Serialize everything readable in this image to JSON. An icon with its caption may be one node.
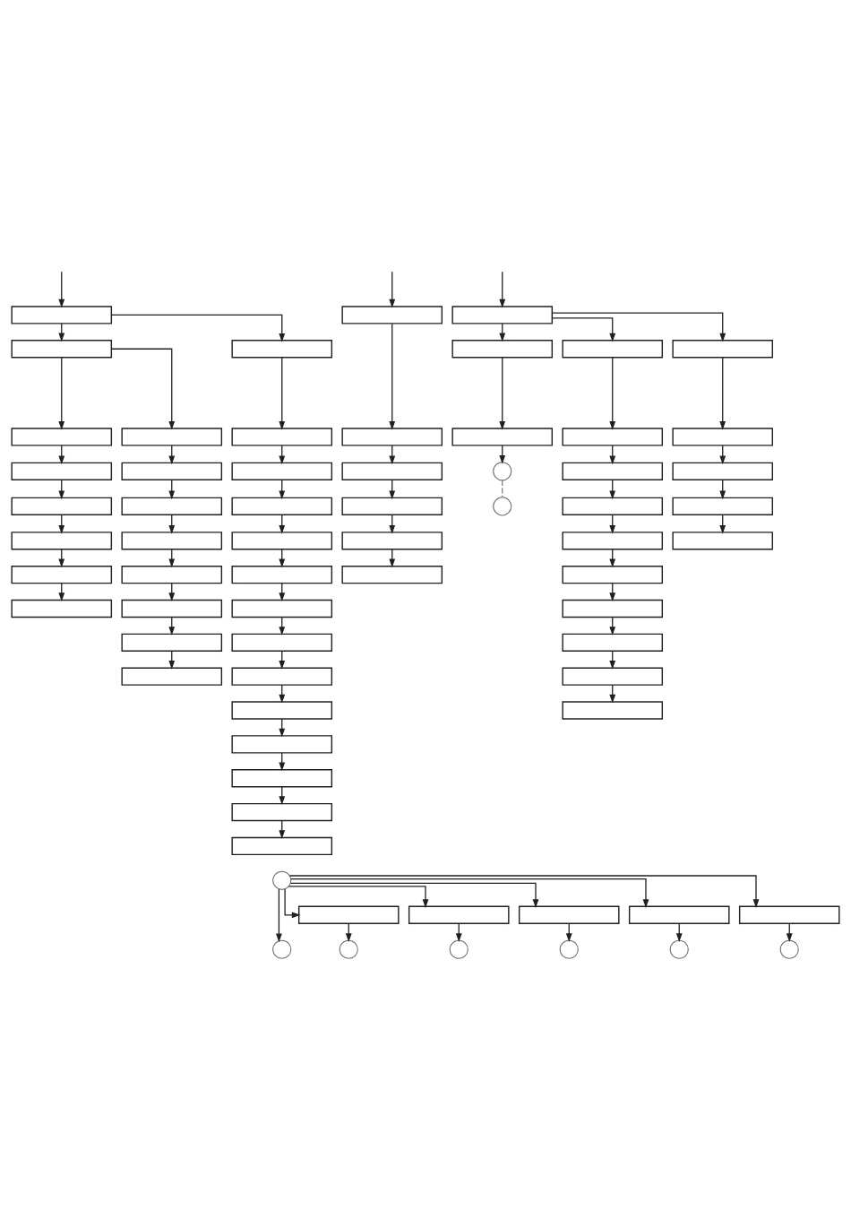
{
  "diagram": {
    "nodes": [
      {
        "text": [],
        "shape": "box"
      },
      {
        "text": [],
        "shape": "box"
      },
      {
        "text": [],
        "shape": "box"
      },
      {
        "text": [],
        "shape": "box"
      },
      {
        "text": [],
        "shape": "box"
      },
      {
        "text": [],
        "shape": "box"
      },
      {
        "text": [],
        "shape": "box"
      },
      {
        "text": [],
        "shape": "box"
      },
      {
        "text": [],
        "shape": "box"
      },
      {
        "text": [],
        "shape": "box"
      },
      {
        "text": [],
        "shape": "box"
      },
      {
        "text": [],
        "shape": "box"
      },
      {
        "text": [],
        "shape": "box"
      },
      {
        "text": [],
        "shape": "box"
      },
      {
        "text": [],
        "shape": "box"
      },
      {
        "text": [],
        "shape": "box"
      },
      {
        "text": [],
        "shape": "box"
      },
      {
        "text": [],
        "shape": "box"
      },
      {
        "text": [],
        "shape": "box"
      },
      {
        "text": [],
        "shape": "circle"
      },
      {
        "text": [],
        "shape": "box"
      },
      {
        "text": [],
        "shape": "box"
      },
      {
        "text": [],
        "shape": "box"
      },
      {
        "text": [],
        "shape": "box"
      },
      {
        "text": [],
        "shape": "box"
      },
      {
        "text": [],
        "shape": "box"
      },
      {
        "text": [],
        "shape": "circle"
      },
      {
        "text": [],
        "shape": "box"
      },
      {
        "text": [],
        "shape": "box"
      },
      {
        "text": [],
        "shape": "box"
      },
      {
        "text": [],
        "shape": "box"
      },
      {
        "text": [],
        "shape": "box"
      },
      {
        "text": [],
        "shape": "box"
      },
      {
        "text": [],
        "shape": "box"
      },
      {
        "text": [],
        "shape": "box"
      },
      {
        "text": [],
        "shape": "box"
      },
      {
        "text": [],
        "shape": "box"
      },
      {
        "text": [],
        "shape": "box"
      },
      {
        "text": [],
        "shape": "box"
      },
      {
        "text": [],
        "shape": "box"
      },
      {
        "text": [],
        "shape": "box"
      },
      {
        "text": [],
        "shape": "box"
      },
      {
        "text": [],
        "shape": "box"
      },
      {
        "text": [],
        "shape": "box"
      },
      {
        "text": [],
        "shape": "box"
      },
      {
        "text": [],
        "shape": "box"
      },
      {
        "text": [],
        "shape": "box"
      },
      {
        "text": [],
        "shape": "box"
      },
      {
        "text": [],
        "shape": "box"
      },
      {
        "text": [],
        "shape": "box"
      },
      {
        "text": [],
        "shape": "box"
      },
      {
        "text": [],
        "shape": "box"
      },
      {
        "text": [],
        "shape": "box"
      },
      {
        "text": [],
        "shape": "box"
      },
      {
        "text": [],
        "shape": "box"
      },
      {
        "text": [],
        "shape": "box"
      },
      {
        "text": [],
        "shape": "circle"
      },
      {
        "text": [],
        "shape": "box"
      },
      {
        "text": [],
        "shape": "box"
      },
      {
        "text": [],
        "shape": "box"
      },
      {
        "text": [],
        "shape": "box"
      },
      {
        "text": [],
        "shape": "box"
      },
      {
        "text": [],
        "shape": "circle"
      },
      {
        "text": [],
        "shape": "circle"
      },
      {
        "text": [],
        "shape": "circle"
      },
      {
        "text": [],
        "shape": "circle"
      },
      {
        "text": [],
        "shape": "circle"
      },
      {
        "text": [],
        "shape": "circle"
      }
    ],
    "edges": [
      {
        "from": null,
        "to": 0,
        "arrow": "to"
      },
      {
        "from": null,
        "to": 1,
        "arrow": "to"
      },
      {
        "from": null,
        "to": 2,
        "arrow": "to"
      },
      {
        "from": 0,
        "to": 3,
        "arrow": "to"
      },
      {
        "from": 0,
        "to": 4,
        "arrow": "to"
      },
      {
        "from": 3,
        "to": 8,
        "arrow": "to"
      },
      {
        "from": 3,
        "to": 9,
        "arrow": "to"
      },
      {
        "from": 4,
        "to": 10,
        "arrow": "to"
      },
      {
        "from": 1,
        "to": 11,
        "arrow": "to"
      },
      {
        "from": 2,
        "to": 5,
        "arrow": "to"
      },
      {
        "from": 2,
        "to": 6,
        "arrow": "to"
      },
      {
        "from": 2,
        "to": 7,
        "arrow": "to"
      },
      {
        "from": 5,
        "to": 12,
        "arrow": "to"
      },
      {
        "from": 6,
        "to": 13,
        "arrow": "to"
      },
      {
        "from": 7,
        "to": 14,
        "arrow": "to"
      },
      {
        "from": 8,
        "to": 15,
        "arrow": "to"
      },
      {
        "from": 15,
        "to": 22,
        "arrow": "to"
      },
      {
        "from": 22,
        "to": 29,
        "arrow": "to"
      },
      {
        "from": 29,
        "to": 35,
        "arrow": "to"
      },
      {
        "from": 35,
        "to": 40,
        "arrow": "to"
      },
      {
        "from": 9,
        "to": 16,
        "arrow": "to"
      },
      {
        "from": 16,
        "to": 23,
        "arrow": "to"
      },
      {
        "from": 23,
        "to": 30,
        "arrow": "to"
      },
      {
        "from": 30,
        "to": 36,
        "arrow": "to"
      },
      {
        "from": 36,
        "to": 41,
        "arrow": "to"
      },
      {
        "from": 41,
        "to": 44,
        "arrow": "to"
      },
      {
        "from": 44,
        "to": 47,
        "arrow": "to"
      },
      {
        "from": 10,
        "to": 17,
        "arrow": "to"
      },
      {
        "from": 17,
        "to": 24,
        "arrow": "to"
      },
      {
        "from": 24,
        "to": 31,
        "arrow": "to"
      },
      {
        "from": 31,
        "to": 37,
        "arrow": "to"
      },
      {
        "from": 37,
        "to": 42,
        "arrow": "to"
      },
      {
        "from": 42,
        "to": 45,
        "arrow": "to"
      },
      {
        "from": 45,
        "to": 48,
        "arrow": "to"
      },
      {
        "from": 48,
        "to": 50,
        "arrow": "to"
      },
      {
        "from": 50,
        "to": 52,
        "arrow": "to"
      },
      {
        "from": 52,
        "to": 53,
        "arrow": "to"
      },
      {
        "from": 53,
        "to": 54,
        "arrow": "to"
      },
      {
        "from": 54,
        "to": 55,
        "arrow": "to"
      },
      {
        "from": 11,
        "to": 18,
        "arrow": "to"
      },
      {
        "from": 18,
        "to": 25,
        "arrow": "to"
      },
      {
        "from": 25,
        "to": 32,
        "arrow": "to"
      },
      {
        "from": 32,
        "to": 38,
        "arrow": "to"
      },
      {
        "from": 12,
        "to": 19,
        "arrow": "to"
      },
      {
        "from": 19,
        "to": 26,
        "arrow": "none",
        "style": "dashed",
        "color": "#808080"
      },
      {
        "from": 13,
        "to": 20,
        "arrow": "to"
      },
      {
        "from": 20,
        "to": 27,
        "arrow": "to"
      },
      {
        "from": 27,
        "to": 33,
        "arrow": "to"
      },
      {
        "from": 33,
        "to": 39,
        "arrow": "to"
      },
      {
        "from": 39,
        "to": 43,
        "arrow": "to"
      },
      {
        "from": 43,
        "to": 46,
        "arrow": "to"
      },
      {
        "from": 46,
        "to": 49,
        "arrow": "to"
      },
      {
        "from": 49,
        "to": 51,
        "arrow": "to"
      },
      {
        "from": 14,
        "to": 21,
        "arrow": "to"
      },
      {
        "from": 21,
        "to": 28,
        "arrow": "to"
      },
      {
        "from": 28,
        "to": 34,
        "arrow": "to"
      },
      {
        "from": 56,
        "to": 62,
        "arrow": "to"
      },
      {
        "from": 56,
        "to": 57,
        "arrow": "to"
      },
      {
        "from": 56,
        "to": 58,
        "arrow": "to"
      },
      {
        "from": 56,
        "to": 59,
        "arrow": "to"
      },
      {
        "from": 56,
        "to": 60,
        "arrow": "to"
      },
      {
        "from": 56,
        "to": 61,
        "arrow": "to"
      },
      {
        "from": 57,
        "to": 63,
        "arrow": "to"
      },
      {
        "from": 58,
        "to": 64,
        "arrow": "to"
      },
      {
        "from": 59,
        "to": 65,
        "arrow": "to"
      },
      {
        "from": 60,
        "to": 66,
        "arrow": "to"
      },
      {
        "from": 61,
        "to": 67,
        "arrow": "to"
      }
    ]
  }
}
